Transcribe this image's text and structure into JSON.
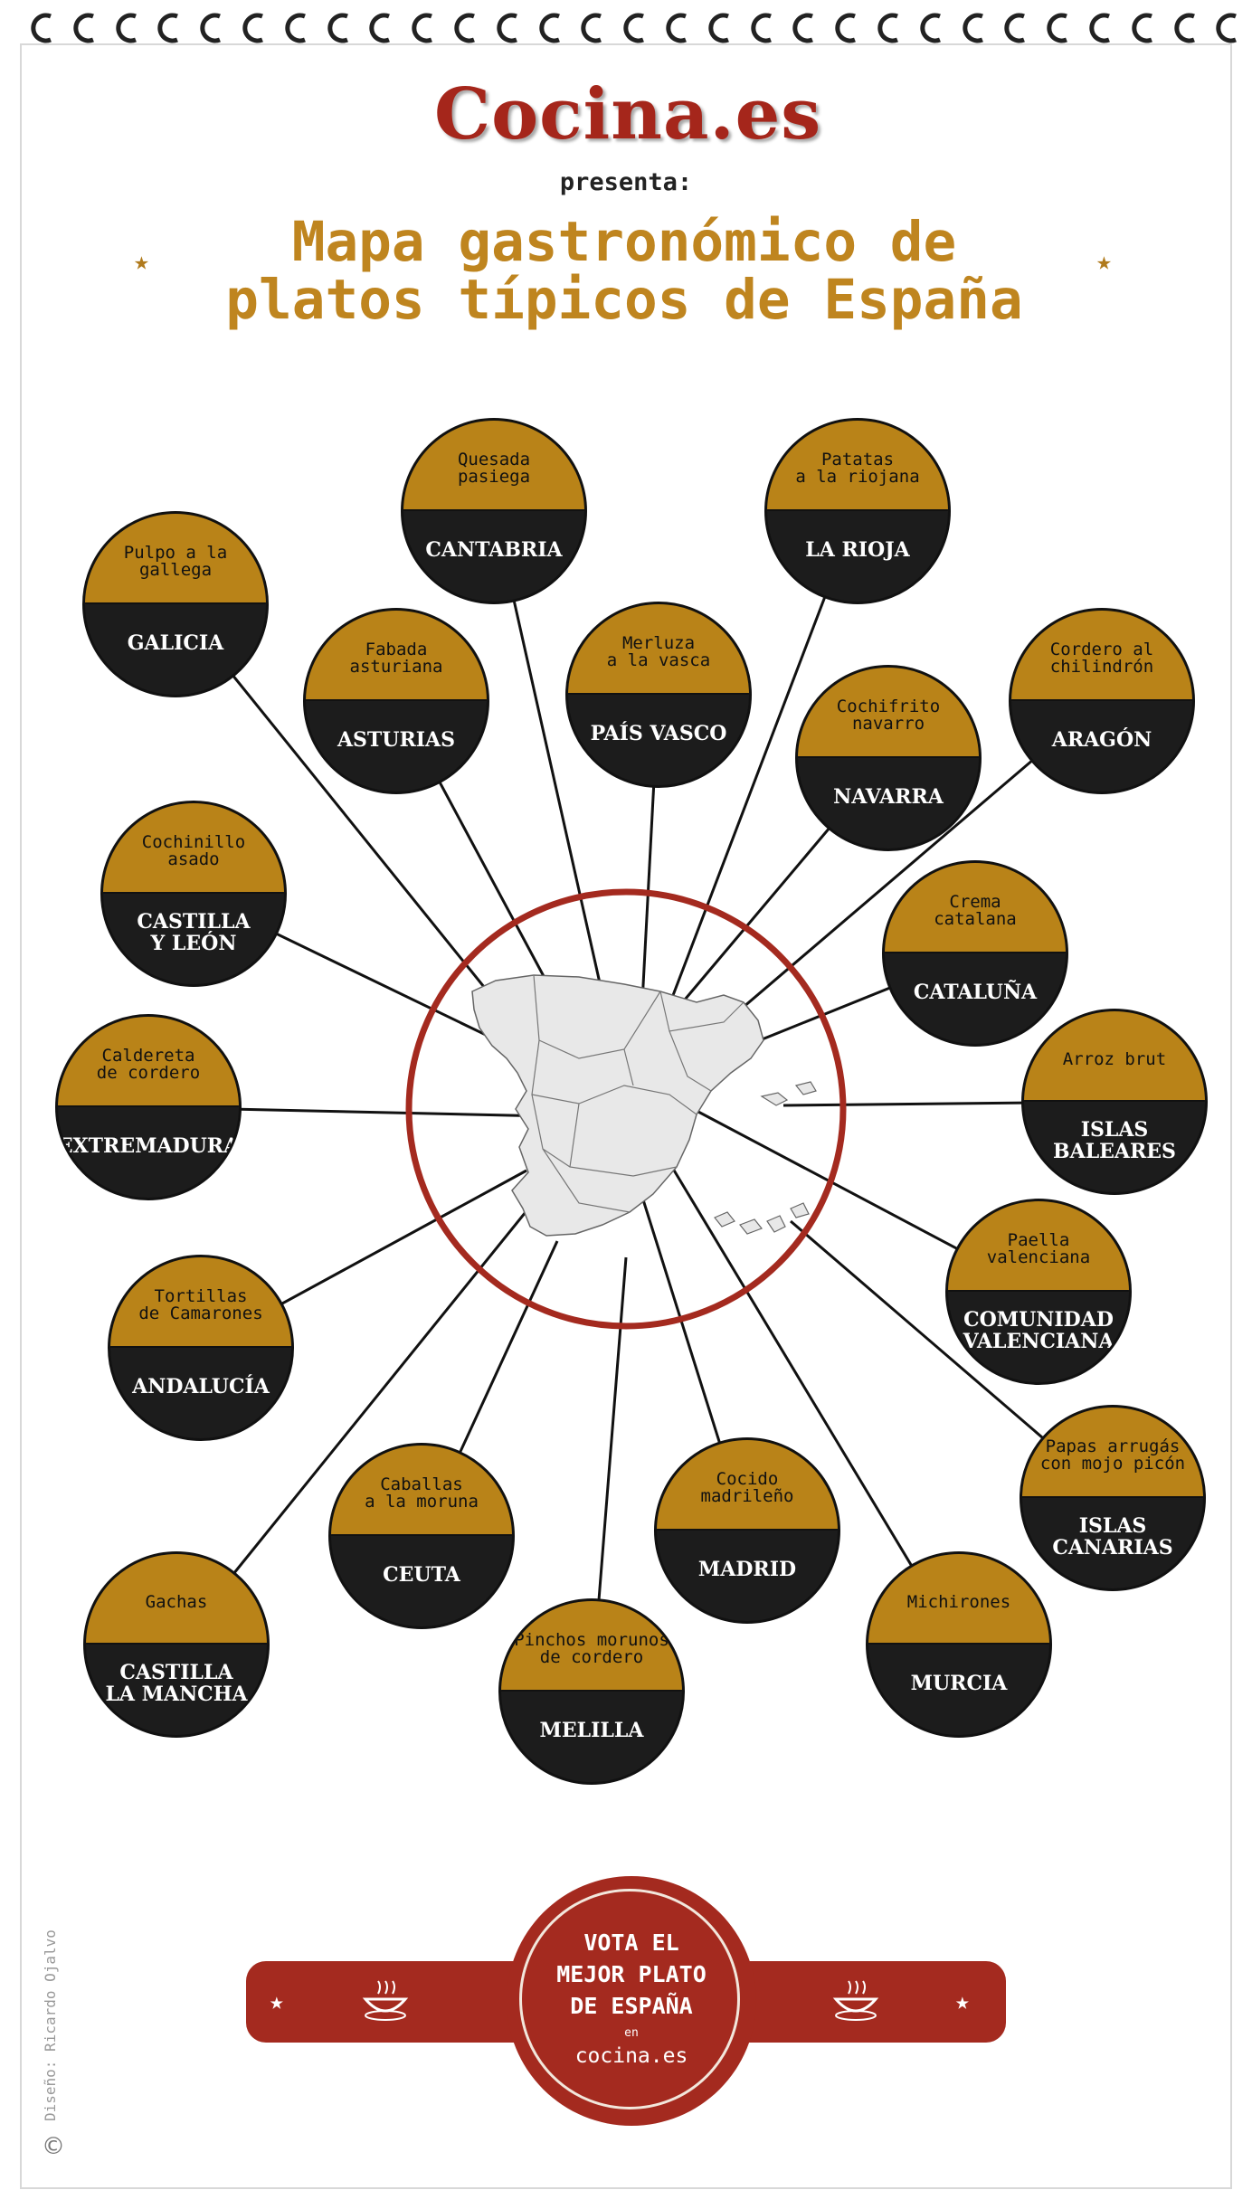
{
  "logo": {
    "text": "Cocina.es"
  },
  "presenta": "presenta:",
  "title": {
    "line1": "Mapa gastronómico de",
    "line2": "platos típicos de España"
  },
  "colors": {
    "gold": "#b98318",
    "dark": "#1c1c1c",
    "red": "#a42a1f",
    "title": "#bf851f"
  },
  "regions": [
    {
      "id": "galicia",
      "dish": "Pulpo a la\ngallega",
      "region": "GALICIA"
    },
    {
      "id": "cantabria",
      "dish": "Quesada\npasiega",
      "region": "CANTABRIA"
    },
    {
      "id": "la-rioja",
      "dish": "Patatas\na la riojana",
      "region": "LA RIOJA"
    },
    {
      "id": "asturias",
      "dish": "Fabada\nasturiana",
      "region": "ASTURIAS"
    },
    {
      "id": "pais-vasco",
      "dish": "Merluza\na la vasca",
      "region": "PAÍS VASCO"
    },
    {
      "id": "aragon",
      "dish": "Cordero al\nchilindrón",
      "region": "ARAGÓN"
    },
    {
      "id": "navarra",
      "dish": "Cochifrito\nnavarro",
      "region": "NAVARRA"
    },
    {
      "id": "castilla-leon",
      "dish": "Cochinillo\nasado",
      "region": "CASTILLA\nY LEÓN"
    },
    {
      "id": "cataluna",
      "dish": "Crema\ncatalana",
      "region": "CATALUÑA"
    },
    {
      "id": "extremadura",
      "dish": "Caldereta\nde cordero",
      "region": "EXTREMADURA"
    },
    {
      "id": "baleares",
      "dish": "Arroz brut",
      "region": "ISLAS\nBALEARES"
    },
    {
      "id": "valenciana",
      "dish": "Paella\nvalenciana",
      "region": "COMUNIDAD\nVALENCIANA"
    },
    {
      "id": "andalucia",
      "dish": "Tortillas\nde Camarones",
      "region": "ANDALUCÍA"
    },
    {
      "id": "canarias",
      "dish": "Papas arrugás\ncon mojo picón",
      "region": "ISLAS\nCANARIAS"
    },
    {
      "id": "ceuta",
      "dish": "Caballas\na la moruna",
      "region": "CEUTA"
    },
    {
      "id": "madrid",
      "dish": "Cocido\nmadrileño",
      "region": "MADRID"
    },
    {
      "id": "castilla-mancha",
      "dish": "Gachas",
      "region": "CASTILLA\nLA MANCHA"
    },
    {
      "id": "murcia",
      "dish": "Michirones",
      "region": "MURCIA"
    },
    {
      "id": "melilla",
      "dish": "Pinchos morunos\nde cordero",
      "region": "MELILLA"
    }
  ],
  "vote": {
    "text": "VOTA EL\nMEJOR PLATO\nDE ESPAÑA",
    "en": "en",
    "url": "cocina.es"
  },
  "credit": "Diseño: Ricardo Ojalvo",
  "copyright": "©"
}
